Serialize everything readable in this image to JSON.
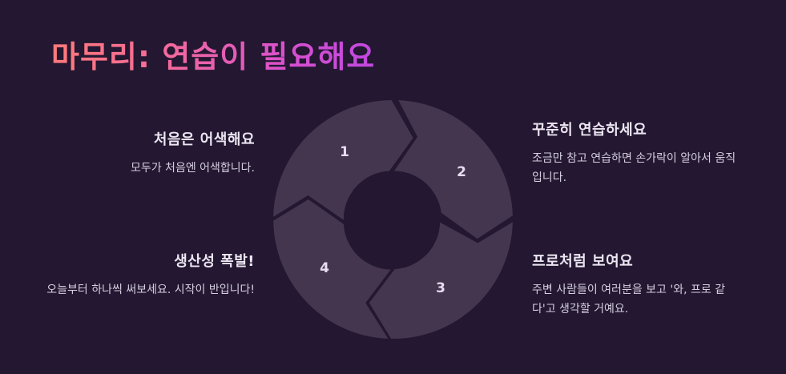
{
  "title": "마무리: 연습이 필요해요",
  "colors": {
    "background": "#231731",
    "segment": "#45364f",
    "title_gradient_start": "#ff7a7a",
    "title_gradient_end": "#c048e0"
  },
  "cycle": {
    "steps": [
      {
        "number": "1",
        "heading": "처음은 어색해요",
        "text": "모두가 처음엔 어색합니다."
      },
      {
        "number": "2",
        "heading": "꾸준히 연습하세요",
        "text": "조금만 참고 연습하면 손가락이 알아서 움직입니다."
      },
      {
        "number": "3",
        "heading": "프로처럼 보여요",
        "text": "주변 사람들이 여러분을 보고 '와, 프로 같다'고 생각할 거예요."
      },
      {
        "number": "4",
        "heading": "생산성 폭발!",
        "text": "오늘부터 하나씩 써보세요. 시작이 반입니다!"
      }
    ]
  }
}
